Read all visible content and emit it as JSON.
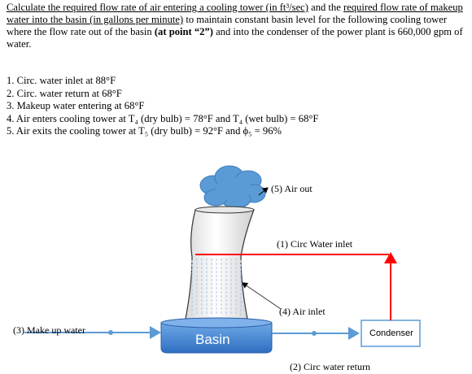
{
  "problem": {
    "u1": "Calculate the required flow rate of air entering a cooling tower (in ft³/sec)",
    "t1": " and the ",
    "u2": "required flow rate of makeup water into the basin (in gallons per minute)",
    "t2": " to maintain constant basin level for the following cooling tower where the flow rate out of the basin ",
    "b1": "(at point “2”)",
    "t3": " and into the condenser of the power plant is 660,000 gpm of water."
  },
  "conditions": [
    "1. Circ. water inlet at 88°F",
    "2. Circ. water return at 68°F",
    "3. Makeup water entering at 68°F",
    "4. Air enters cooling tower at T₄ (dry bulb) = 78°F and T₄ (wet bulb) = 68°F",
    "5. Air exits the cooling tower at T₅ (dry bulb) = 92°F and ϕ₅ = 96%"
  ],
  "diagram": {
    "air_out": "(5) Air out",
    "circ_inlet": "(1) Circ Water inlet",
    "air_inlet": "(4) Air inlet",
    "makeup": "(3) Make up water",
    "basin": "Basin",
    "condenser": "Condenser",
    "circ_return": "(2) Circ water return",
    "colors": {
      "water_line": "#5b9bd5",
      "hot_line": "#ff0000",
      "basin_fill": "#4a8fd8",
      "cloud_fill": "#5b9bd5"
    }
  }
}
